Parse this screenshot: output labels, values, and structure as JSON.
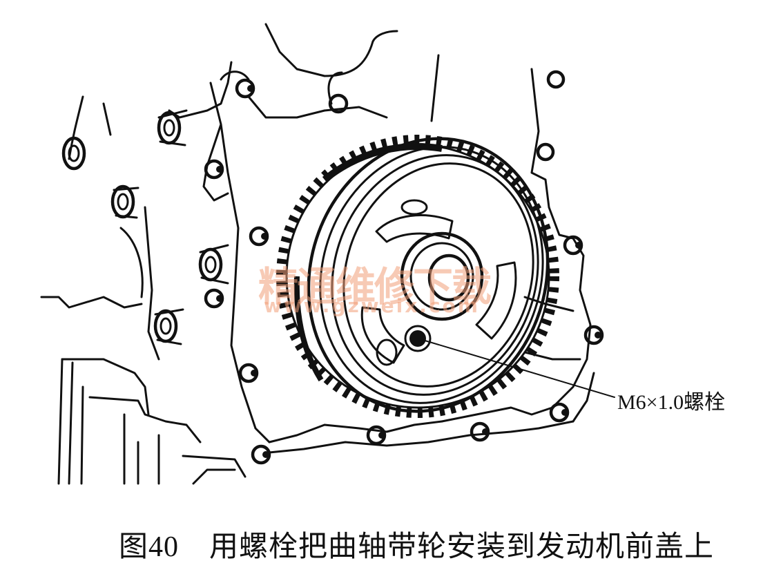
{
  "figure": {
    "callout_label": "M6×1.0螺栓",
    "caption_number": "图40",
    "caption_text": "用螺栓把曲轴带轮安装到发动机前盖上"
  },
  "watermark": {
    "text": "精通维修下载",
    "url": "www.gzweix.com",
    "color": "#f2a07a"
  }
}
